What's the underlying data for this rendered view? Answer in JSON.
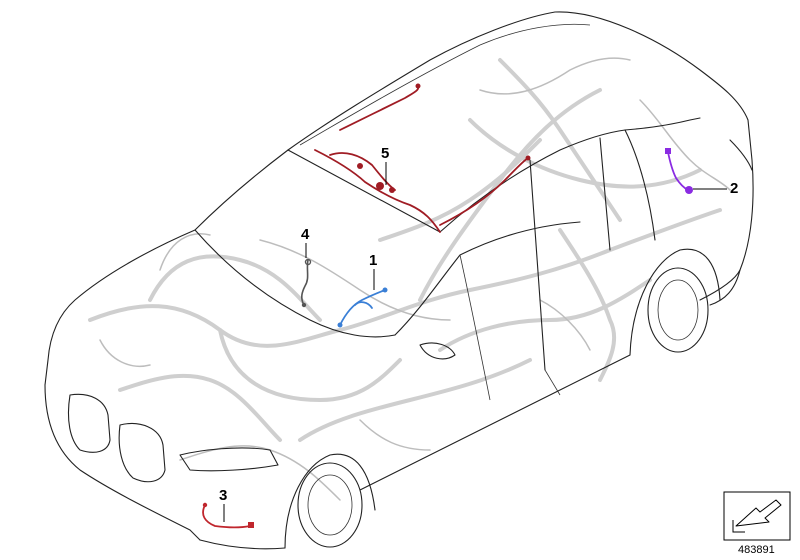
{
  "diagram": {
    "callouts": [
      {
        "id": "1",
        "label": "1",
        "color": "#3a7fd6"
      },
      {
        "id": "2",
        "label": "2",
        "color": "#8a2be2"
      },
      {
        "id": "3",
        "label": "3",
        "color": "#c0262d"
      },
      {
        "id": "4",
        "label": "4",
        "color": "#555555"
      },
      {
        "id": "5",
        "label": "5",
        "color": "#a01c24"
      }
    ],
    "reference_number": "483891",
    "icon": "arrow-box-icon"
  }
}
